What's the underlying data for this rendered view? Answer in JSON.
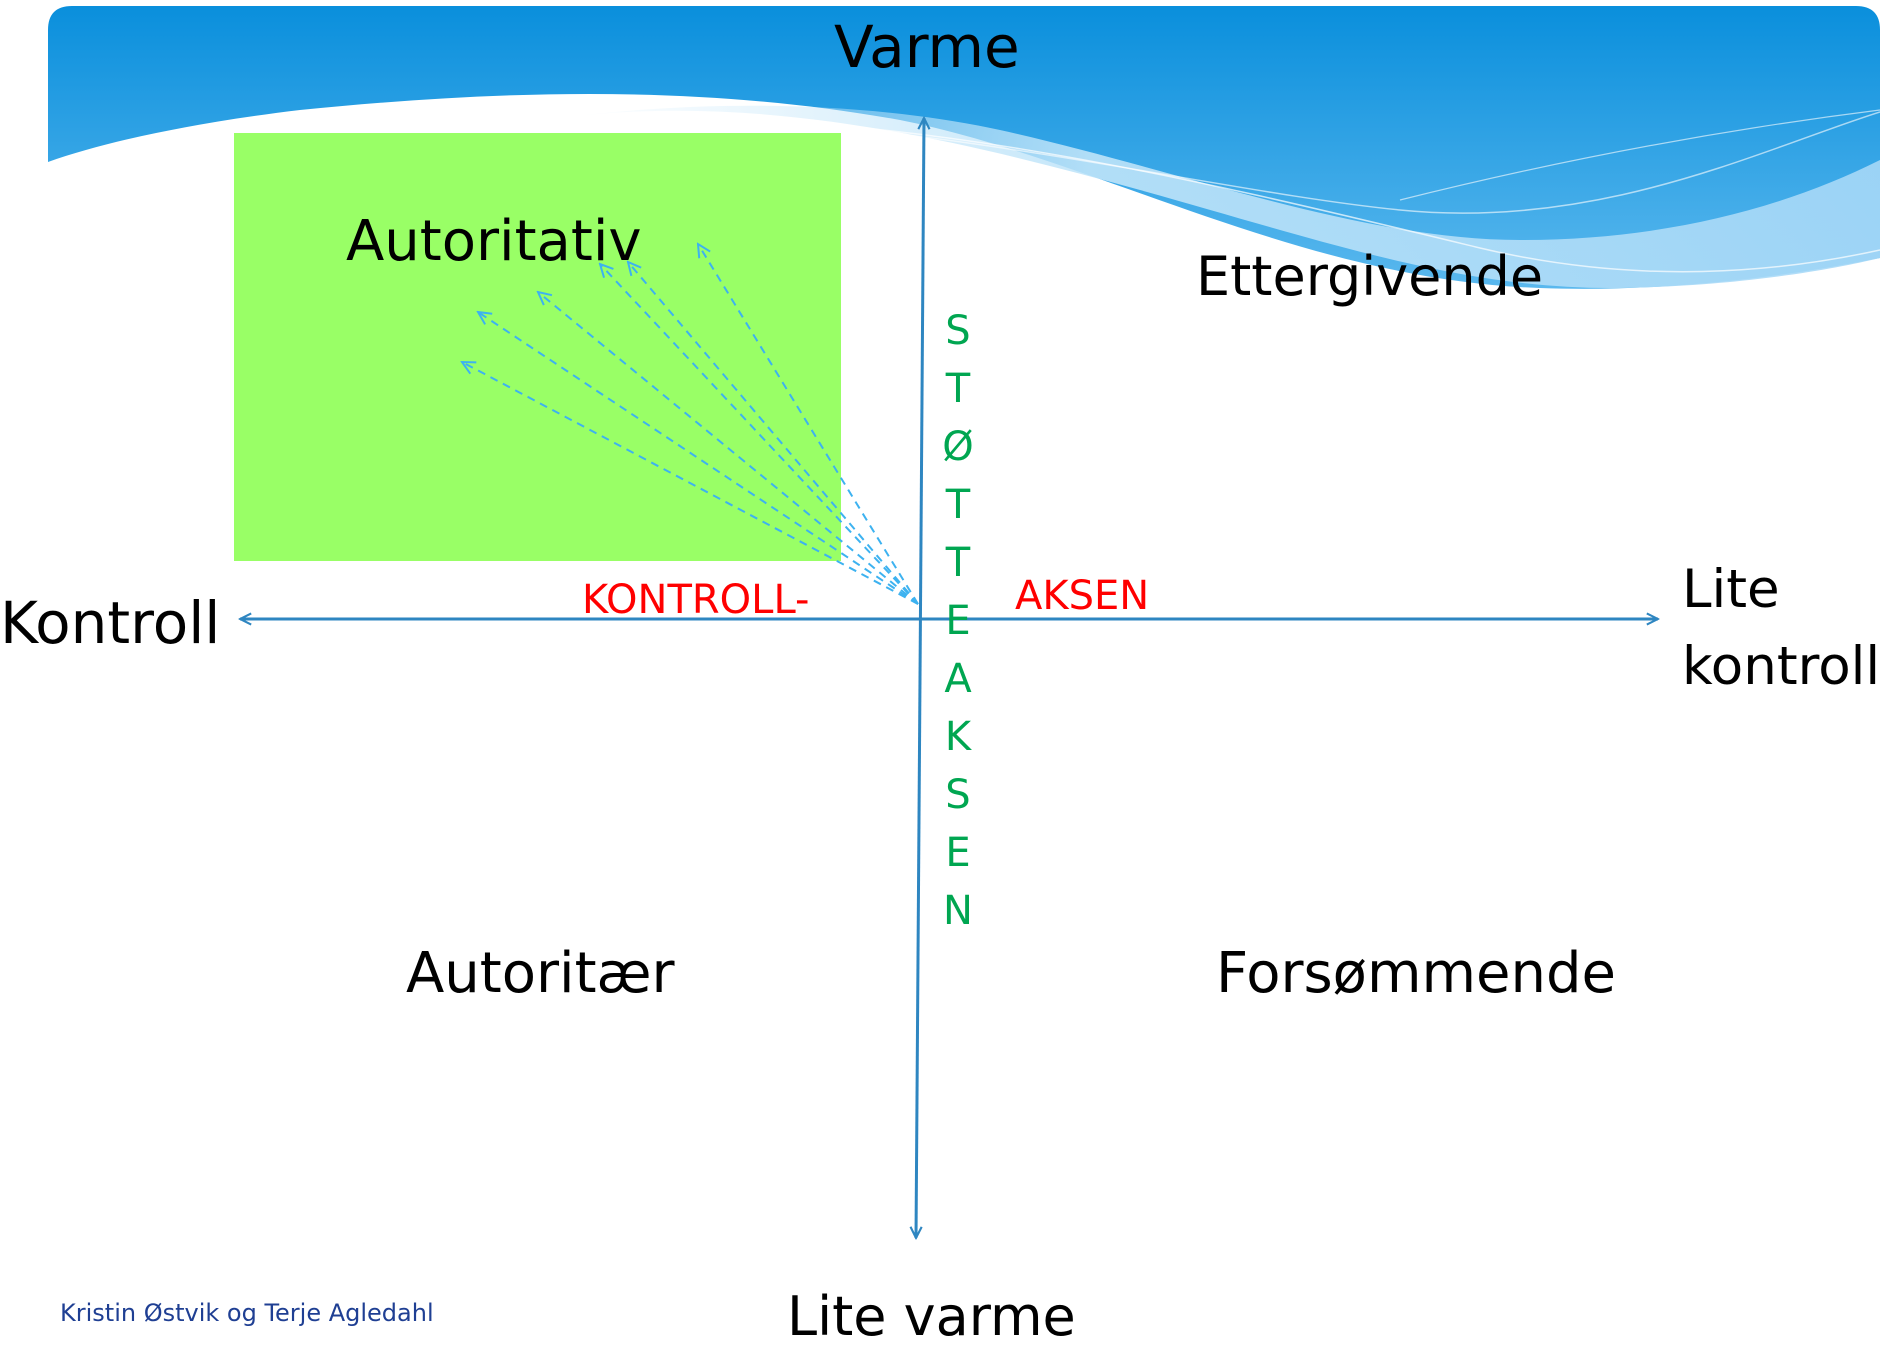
{
  "diagram": {
    "title_top": "Varme",
    "title_bottom": "Lite varme",
    "left_axis_label": "Kontroll",
    "right_axis_label": "Lite kontroll",
    "quadrants": {
      "top_left": "Autoritativ",
      "top_right": "Ettergivende",
      "bottom_left": "Autoritær",
      "bottom_right": "Forsømmende"
    },
    "horizontal_axis_label_left": "KONTROLL-",
    "horizontal_axis_label_right": "AKSEN",
    "vertical_axis_label": "STØTTEAKSEN"
  },
  "footer": {
    "credit": "Kristin Østvik og Terje Agledahl"
  },
  "colors": {
    "axis": "#2e86c1",
    "highlight": "#99ff66",
    "dashed_arrows": "#3db2f0",
    "horizontal_axis_text": "#ff0000",
    "vertical_axis_text": "#00a651",
    "banner_dark": "#0a8fdc",
    "banner_light": "#a6d8f7",
    "credit_text": "#1f3f93"
  }
}
